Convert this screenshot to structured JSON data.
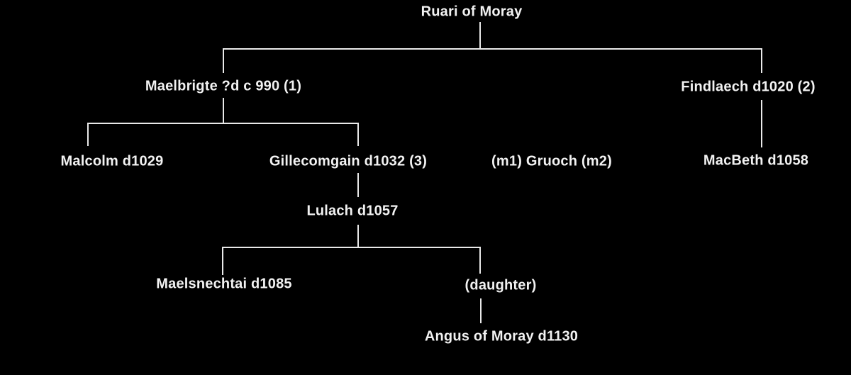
{
  "diagram_type": "family-tree",
  "colors": {
    "background": "#000000",
    "text": "#f2f2f2",
    "line": "#e9e9e9"
  },
  "nodes": {
    "ruari": {
      "label": "Ruari of Moray"
    },
    "maelbrigte": {
      "label": "Maelbrigte ?d c 990 (1)"
    },
    "findlaech": {
      "label": "Findlaech d1020 (2)"
    },
    "malcolm": {
      "label": "Malcolm d1029"
    },
    "gillecomgain": {
      "label": "Gillecomgain d1032 (3)"
    },
    "gruoch": {
      "label": "(m1) Gruoch (m2)"
    },
    "macbeth": {
      "label": "MacBeth d1058"
    },
    "lulach": {
      "label": "Lulach d1057"
    },
    "maelsnechtai": {
      "label": "Maelsnechtai d1085"
    },
    "daughter": {
      "label": "(daughter)"
    },
    "angus": {
      "label": "Angus of Moray d1130"
    }
  },
  "relations": [
    {
      "parent": "ruari",
      "children": [
        "maelbrigte",
        "findlaech"
      ]
    },
    {
      "parent": "maelbrigte",
      "children": [
        "malcolm",
        "gillecomgain"
      ]
    },
    {
      "parent": "findlaech",
      "children": [
        "macbeth"
      ]
    },
    {
      "parent": "gillecomgain",
      "children": [
        "lulach"
      ]
    },
    {
      "parent": "lulach",
      "children": [
        "maelsnechtai",
        "daughter"
      ]
    },
    {
      "parent": "daughter",
      "children": [
        "angus"
      ]
    }
  ]
}
